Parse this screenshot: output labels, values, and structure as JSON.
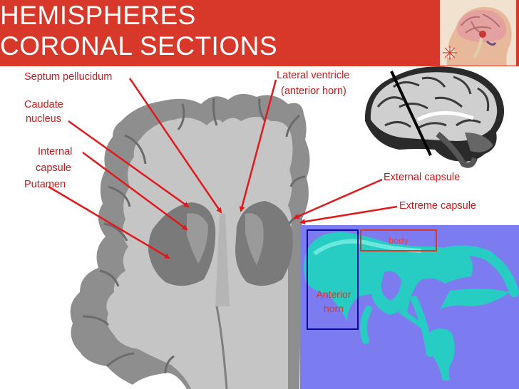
{
  "title": {
    "line1": "HEMISPHERES",
    "line2": "CORONAL SECTIONS"
  },
  "labels": {
    "septum_pellucidum": "Septum pellucidum",
    "caudate_line1": "Caudate",
    "caudate_line2": "nucleus",
    "internal_line1": "Internal",
    "internal_line2": "capsule",
    "putamen": "Putamen",
    "lateral_line1": "Lateral ventricle",
    "lateral_line2": "(anterior horn)",
    "external_capsule": "External capsule",
    "extreme_capsule": "Extreme capsule"
  },
  "inset": {
    "body_label": "body",
    "anterior_line1": "Anterior",
    "anterior_line2": "horn"
  },
  "colors": {
    "header": "#d8382a",
    "label": "#c8191d",
    "arrow": "#e0191d",
    "inset_bg": "#7c7cf0",
    "ventricle": "#22cfc4",
    "anterior_box": "#0a0a9e",
    "body_box": "#d8382a"
  },
  "icons": [
    "head-brain-thumbnail",
    "sagittal-brain-section"
  ]
}
